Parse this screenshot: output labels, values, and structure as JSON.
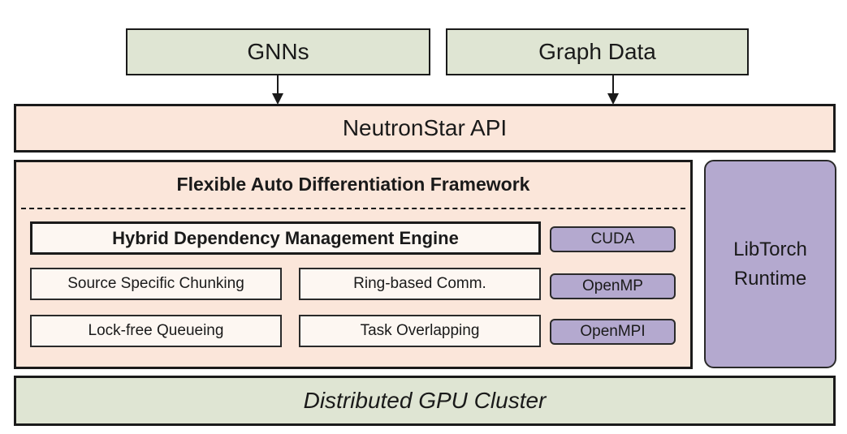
{
  "inputs": {
    "gnns": "GNNs",
    "graph_data": "Graph Data"
  },
  "api": "NeutronStar API",
  "framework": {
    "title": "Flexible Auto Differentiation Framework",
    "engine": "Hybrid Dependency Management Engine",
    "modules": [
      "Source Specific Chunking",
      "Ring-based Comm.",
      "Lock-free Queueing",
      "Task Overlapping"
    ]
  },
  "backends": [
    "CUDA",
    "OpenMP",
    "OpenMPI"
  ],
  "runtime": {
    "line1": "LibTorch",
    "line2": "Runtime"
  },
  "cluster": "Distributed GPU Cluster",
  "colors": {
    "input_fill": "#dfe5d3",
    "layer_fill": "#fbe6da",
    "backend_fill": "#b4a9cf",
    "border": "#1a1a1a"
  }
}
